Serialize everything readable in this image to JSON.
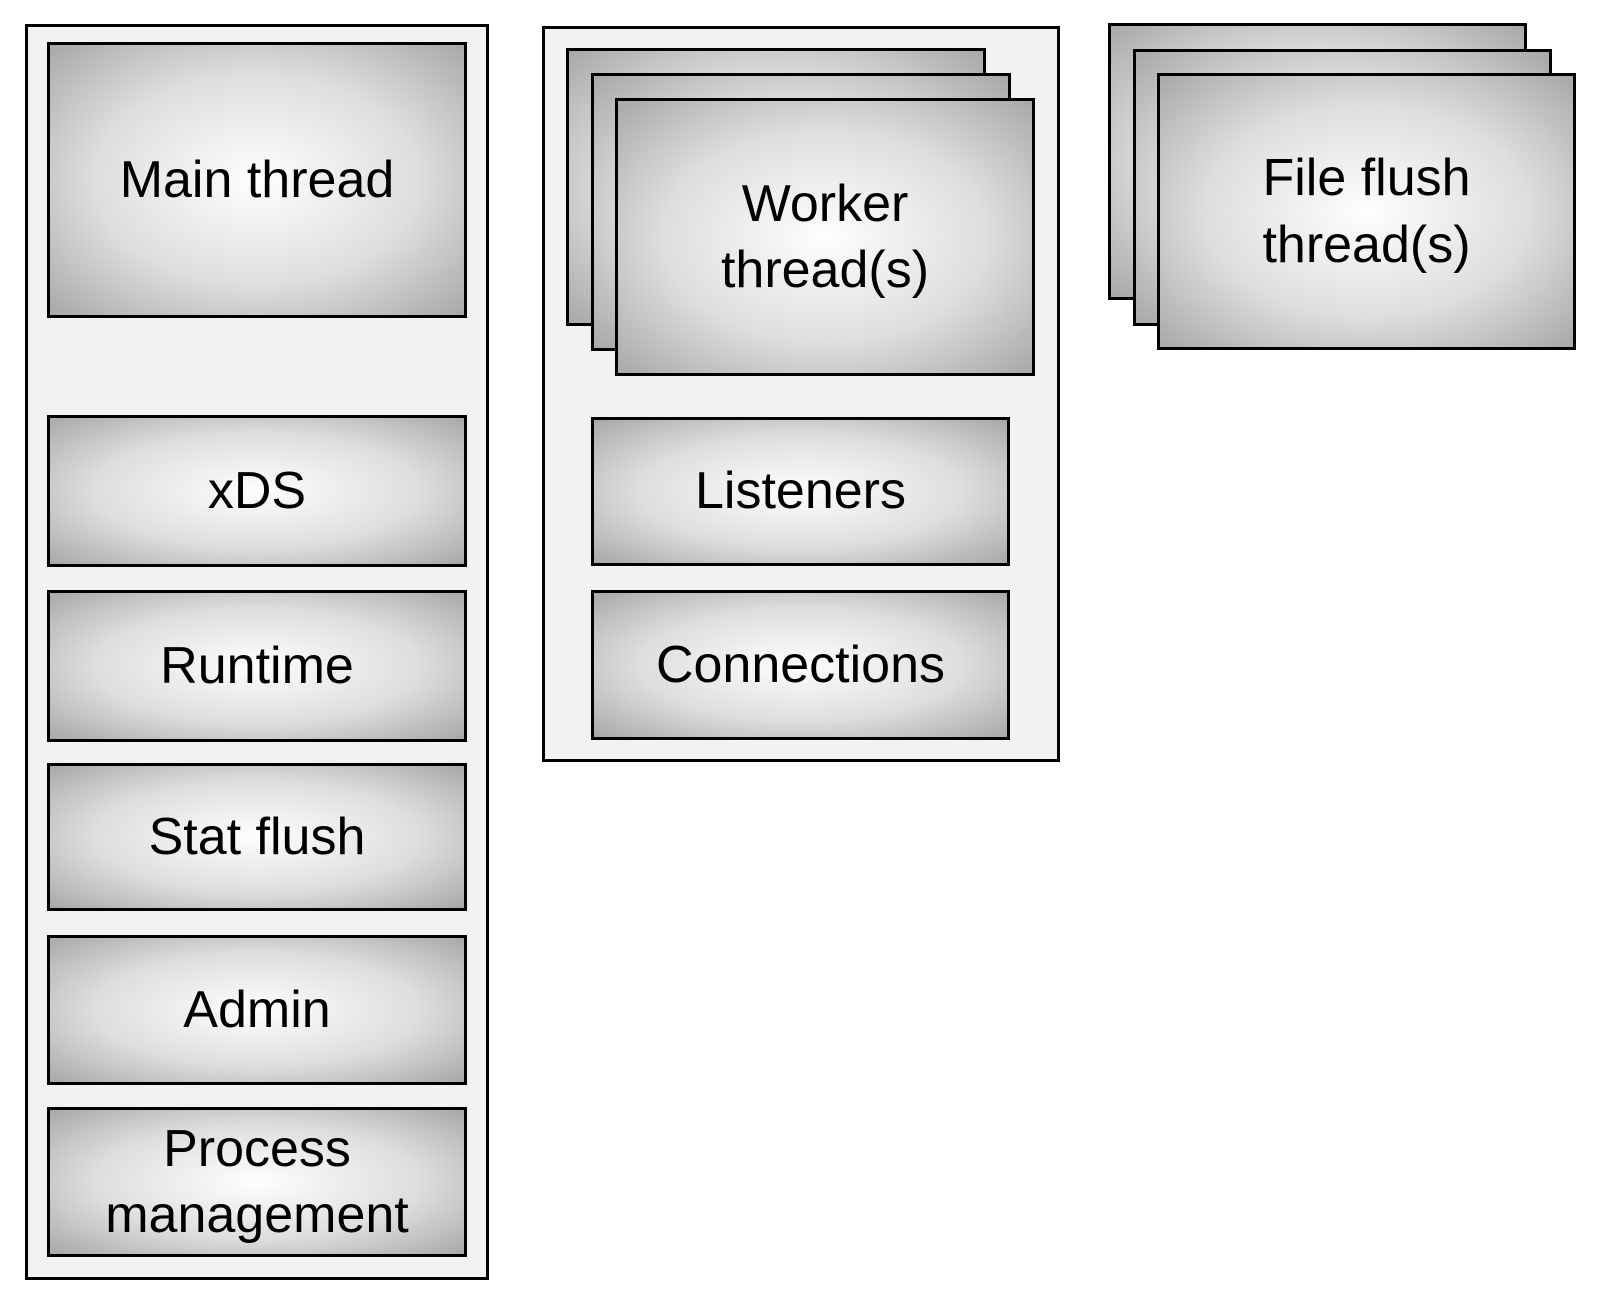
{
  "main_group": {
    "main_thread_label": "Main thread",
    "items": [
      {
        "label": "xDS"
      },
      {
        "label": "Runtime"
      },
      {
        "label": "Stat flush"
      },
      {
        "label": "Admin"
      },
      {
        "label": "Process management"
      }
    ]
  },
  "worker_group": {
    "stack_label": "Worker thread(s)",
    "items": [
      {
        "label": "Listeners"
      },
      {
        "label": "Connections"
      }
    ]
  },
  "file_flush_group": {
    "stack_label": "File flush thread(s)"
  },
  "colors": {
    "page_bg": "#ffffff",
    "container_fill": "#f2f2f2",
    "box_gradient_center": "#fefefe",
    "box_gradient_mid": "#dedede",
    "box_gradient_edge": "#a8a8a8",
    "border_color": "#000000",
    "text_color": "#000000"
  }
}
